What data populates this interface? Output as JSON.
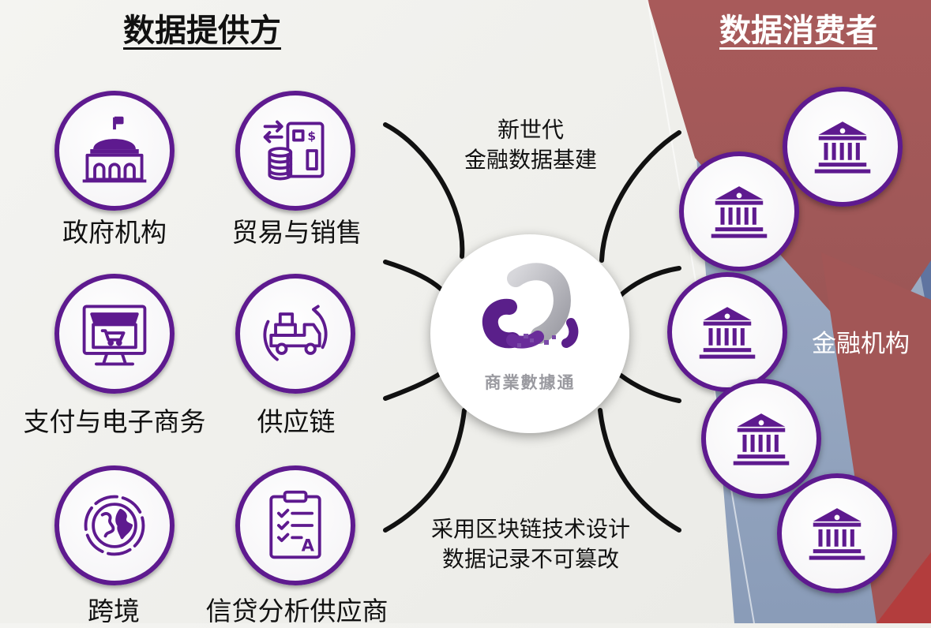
{
  "headings": {
    "providers": "数据提供方",
    "consumers": "数据消费者"
  },
  "providers": [
    {
      "label": "政府机构",
      "icon": "government-building-icon"
    },
    {
      "label": "贸易与销售",
      "icon": "trade-sales-icon"
    },
    {
      "label": "支付与电子商务",
      "icon": "ecommerce-store-icon"
    },
    {
      "label": "供应链",
      "icon": "delivery-truck-icon"
    },
    {
      "label": "跨境",
      "icon": "globe-icon"
    },
    {
      "label": "信贷分析供应商",
      "icon": "credit-checklist-icon"
    }
  ],
  "center": {
    "brand": "商業數據通",
    "icon": "cloud-logo-icon"
  },
  "notes": {
    "top_line1": "新世代",
    "top_line2": "金融数据基建",
    "bottom_line1": "采用区块链技术设计",
    "bottom_line2": "数据记录不可篡改"
  },
  "consumers": {
    "label": "金融机构",
    "icon": "bank-icon",
    "count": 5
  },
  "colors": {
    "ring": "#5e1a8f",
    "icon": "#5e1a8f",
    "red_band": "#a05555",
    "blue_band": "#6a7fa6"
  }
}
